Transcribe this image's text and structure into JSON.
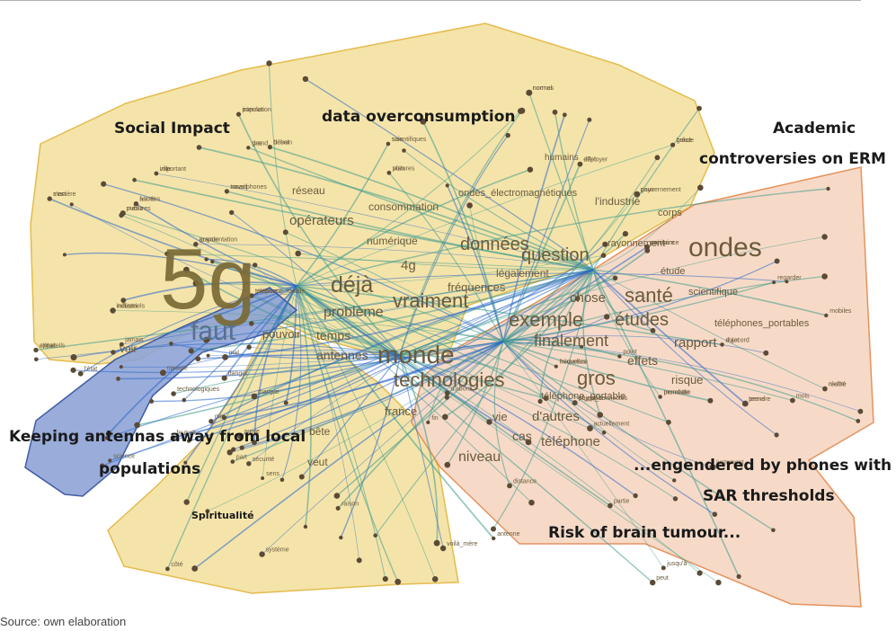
{
  "clusters": {
    "social_impact": "Social Impact",
    "data_overconsumption": "data overconsumption",
    "academic_line1": "Academic",
    "academic_line2": "controversies on ERM",
    "antennas_line1": "Keeping antennas away from local",
    "antennas_line2": "populations",
    "spiritualite": "Spiritualité",
    "phones_line1": "...engendered by phones with high",
    "phones_line2": "SAR thresholds",
    "brain": "Risk of brain tumour..."
  },
  "hub": "5g",
  "big_words": {
    "faut": "faut",
    "deja": "déjà",
    "vraiment": "vraiment",
    "monde": "monde",
    "technologies": "technologies",
    "ondes": "ondes",
    "donnees": "données",
    "question": "question",
    "exemple": "exemple",
    "sante": "santé",
    "etudes": "études",
    "finalement": "finalement",
    "gros": "gros",
    "operateurs": "opérateurs",
    "probleme": "problème",
    "frequences": "fréquences",
    "niveau": "niveau",
    "telephone": "téléphone",
    "dautres": "d'autres",
    "rapport": "rapport",
    "effets": "effets",
    "risque": "risque",
    "antennes": "antennes",
    "temps": "temps",
    "pouvoir": "pouvoir",
    "france": "france",
    "chose": "chose",
    "consommation": "consommation",
    "reseau": "réseau",
    "legalement": "légalement",
    "vie": "vie",
    "cas": "cas",
    "bete": "bête",
    "veut": "veut",
    "voir": "voir",
    "telephone_portable": "téléphone_portable",
    "telephones_portables": "téléphones_portables",
    "etude": "étude",
    "scientifique": "scientifique",
    "rayonnement": "rayonnement",
    "industrie": "l'industrie",
    "ondes_electro": "ondes_électromagnétiques",
    "humains": "humains",
    "corps": "corps",
    "numerique": "numérique",
    "4g": "4g"
  },
  "small_words": [
    "appareils",
    "millions",
    "smartphones",
    "grande",
    "téléphone_mobile",
    "mesures",
    "haute",
    "manière",
    "grand",
    "ville",
    "voitures",
    "pays",
    "grâce",
    "sais",
    "débat",
    "normes",
    "puissance",
    "population",
    "déployer",
    "permettre",
    "terme",
    "d'accord",
    "nouvelles",
    "objets_connectés",
    "réalité",
    "point",
    "mobiles",
    "regarder",
    "jusqu'à",
    "partie",
    "actuellement",
    "justement",
    "antenne",
    "voilà_mère",
    "mois",
    "fin",
    "peut",
    "distance",
    "sécurité",
    "côté",
    "technologiques",
    "d'abord",
    "marque",
    "système",
    "part",
    "raison",
    "sens",
    "science",
    "l'état",
    "feutrelt",
    "danger",
    "mesure",
    "mal",
    "jamais",
    "arrive",
    "mis",
    "c'était",
    "industriels",
    "travail",
    "augmentation",
    "tumeurs",
    "public",
    "années",
    "s'est",
    "das",
    "important",
    "plan",
    "gouvernement",
    "bande",
    "scientifiques",
    "besoin",
    "normal",
    "sanitaire",
    "internet",
    "effet",
    "mondiale",
    "prendre",
    "sujet",
    "fréquence",
    "pourquoi",
    "mettre"
  ],
  "source": "Source: own elaboration",
  "colors": {
    "yellow_fill": "#f3e2a1",
    "yellow_stroke": "#e2b43a",
    "orange_fill": "#f6d6c2",
    "orange_stroke": "#e3874c",
    "blue_fill": "#8ea4d6",
    "blue_stroke": "#2c4a9a",
    "edge_teal": "#3f9a8c",
    "edge_blue": "#2a66c8",
    "node": "#5b4a35",
    "hub_text": "#7a6a35",
    "word_text": "#6b5a3c"
  }
}
